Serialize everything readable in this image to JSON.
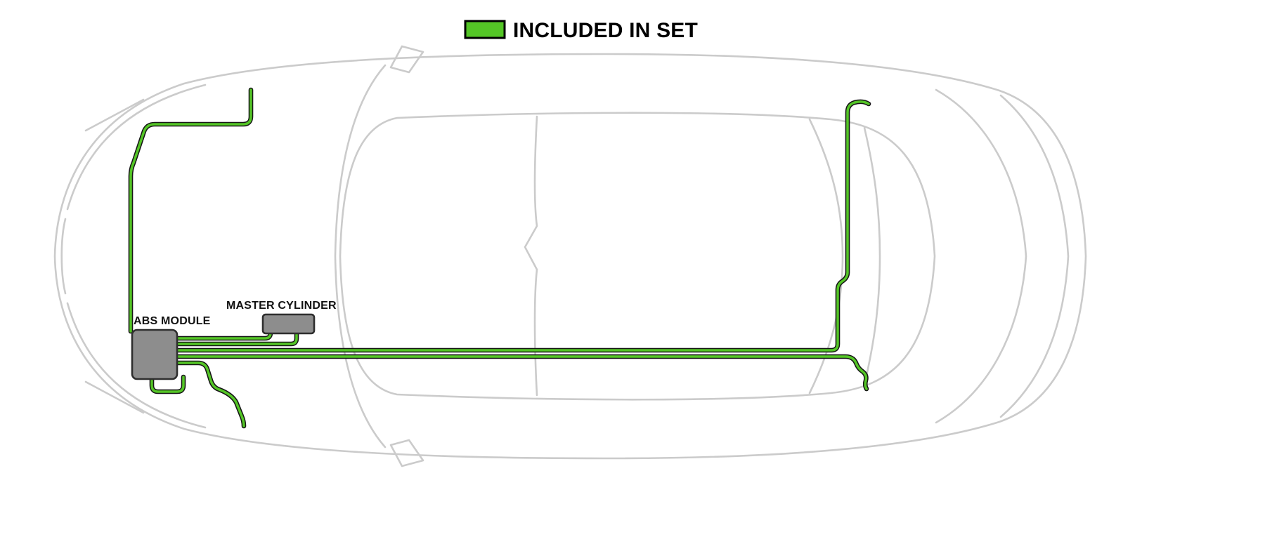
{
  "legend": {
    "label": "INCLUDED IN SET"
  },
  "labels": {
    "abs_module": "ABS MODULE",
    "master_cylinder": "MASTER CYLINDER"
  },
  "colors": {
    "background": "#ffffff",
    "line_green": "#54c626",
    "line_outline": "#161616",
    "car_outline": "#cbcbcb",
    "module_fill": "#8d8d8d",
    "module_stroke": "#2e2e2e"
  }
}
